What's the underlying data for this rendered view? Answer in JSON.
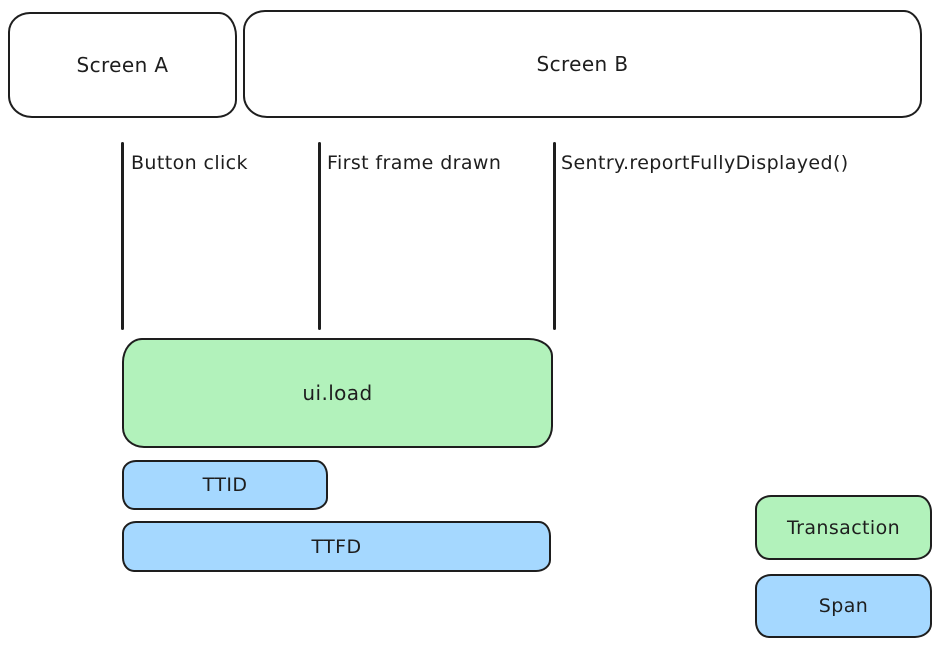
{
  "diagram": {
    "description": "Hand-drawn diagram of screen load tracing with transaction and spans",
    "screens": [
      {
        "label": "Screen A"
      },
      {
        "label": "Screen B"
      }
    ],
    "markers": [
      {
        "label": "Button click"
      },
      {
        "label": "First frame drawn"
      },
      {
        "label": "Sentry.reportFullyDisplayed()"
      }
    ],
    "bars": {
      "transaction": {
        "label": "ui.load",
        "color": "#b2f2bb"
      },
      "ttid": {
        "label": "TTID",
        "color": "#a5d8ff"
      },
      "ttfd": {
        "label": "TTFD",
        "color": "#a5d8ff"
      }
    },
    "legend": [
      {
        "label": "Transaction",
        "color": "#b2f2bb"
      },
      {
        "label": "Span",
        "color": "#a5d8ff"
      }
    ],
    "colors": {
      "stroke": "#1e1e1e",
      "green": "#b2f2bb",
      "blue": "#a5d8ff",
      "background": "#ffffff"
    }
  }
}
